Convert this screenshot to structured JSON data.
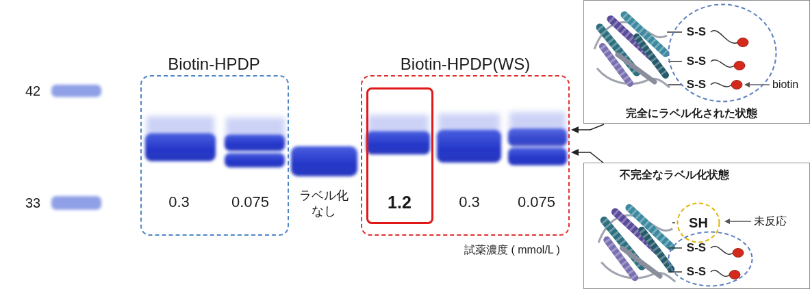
{
  "diagram": {
    "nodes": [
      {
        "text": [
          "Biotin-HPDP",
          "0.3",
          "0.075"
        ]
      },
      {
        "text": [
          "Biotin-HPDP(WS)",
          "0.3",
          "0.075"
        ]
      },
      {
        "text": [
          "1.2"
        ],
        "in": 1
      },
      {
        "text": [
          "biotin",
          "完全にラベル化された状態"
        ]
      },
      {
        "text": [
          "S-S",
          "S-S",
          "S-S"
        ],
        "in": 3
      },
      {
        "text": [
          "不完全なラベル化状態",
          "未反応"
        ]
      },
      {
        "text": [
          "SH"
        ],
        "in": 5
      },
      {
        "text": [
          "S-S",
          "S-S"
        ],
        "in": 5
      }
    ],
    "labels": [
      "42",
      "33",
      "ラベル化 なし",
      "試薬濃度 ( mmol/L )"
    ]
  }
}
